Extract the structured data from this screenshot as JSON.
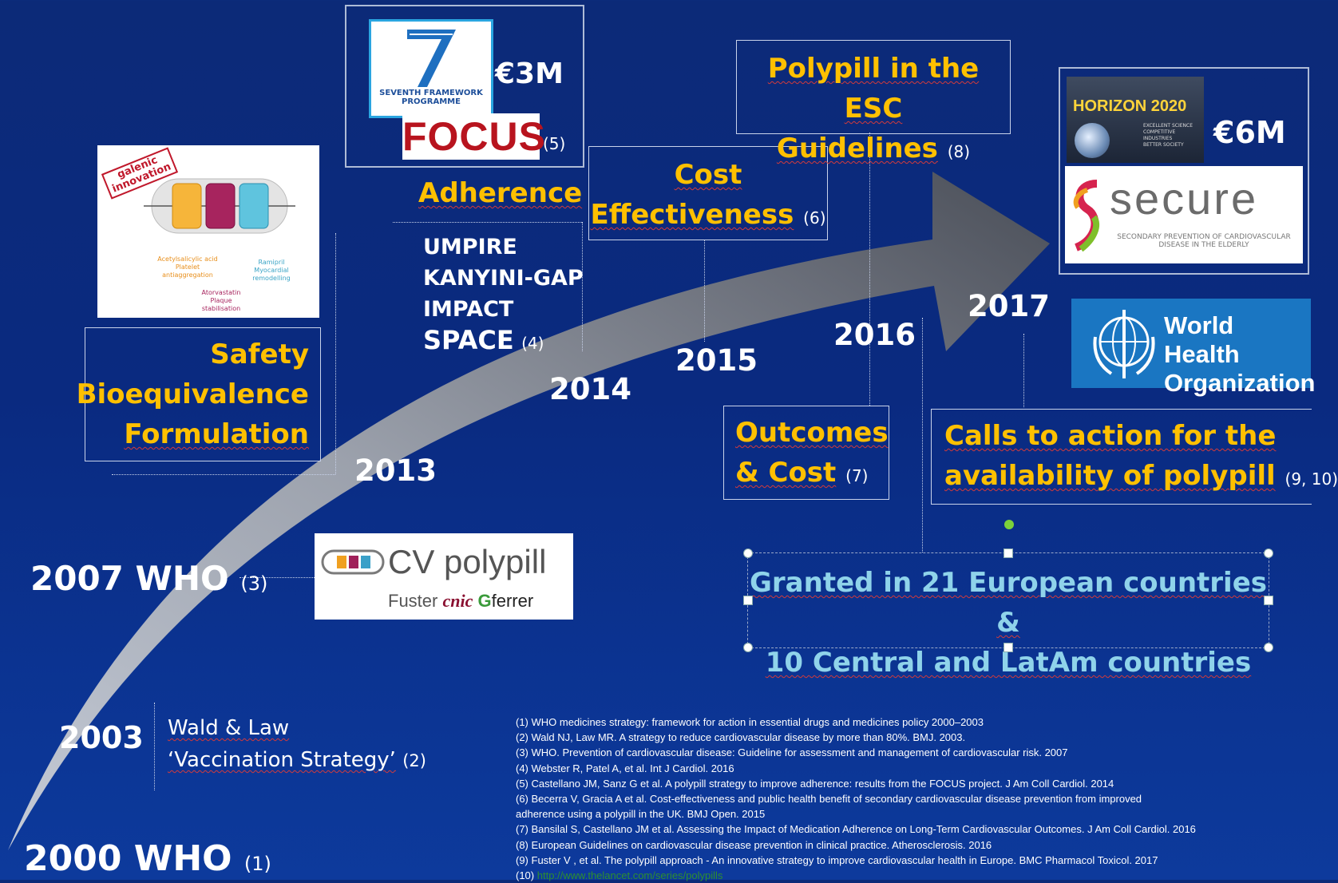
{
  "years": {
    "y2000": "2000 WHO",
    "y2000_ref": "(1)",
    "y2003": "2003",
    "y2007": "2007 WHO",
    "y2007_ref": "(3)",
    "y2013": "2013",
    "y2014": "2014",
    "y2015": "2015",
    "y2016": "2016",
    "y2017": "2017"
  },
  "wald": {
    "title": "Wald & Law",
    "subtitle": "‘Vaccination Strategy’",
    "ref": "(2)"
  },
  "cv_polypill": {
    "name": "CV polypill",
    "partners": [
      "Fuster",
      "cnic",
      "ferrer"
    ]
  },
  "galenic": {
    "stamp": "galenic innovation",
    "components": [
      "Acetylsalicylic acid",
      "Platelet antiaggregation",
      "Atorvastatin",
      "Plaque stabilisation",
      "Ramipril",
      "Myocardial remodelling"
    ]
  },
  "safety_box": {
    "lines": [
      "Safety",
      "Bioequivalence",
      "Formulation"
    ]
  },
  "fp7": {
    "logo_text": "SEVENTH FRAMEWORK PROGRAMME",
    "amount": "€3M",
    "focus": "FOCUS",
    "focus_ref": "(5)"
  },
  "adherence": {
    "title": "Adherence",
    "trials": [
      "UMPIRE",
      "KANYINI-GAP",
      "IMPACT",
      "SPACE"
    ],
    "trials_ref": "(4)"
  },
  "cost": {
    "line1": "Cost",
    "line2": "Effectiveness",
    "ref": "(6)"
  },
  "esc": {
    "line1": "Polypill in the ESC",
    "line2": "Guidelines",
    "ref": "(8)"
  },
  "outcomes": {
    "line1": "Outcomes",
    "line2": "& Cost",
    "ref": "(7)"
  },
  "horizon": {
    "logo_title": "HORIZON 2020",
    "logo_sub": [
      "EXCELLENT SCIENCE",
      "COMPETITIVE INDUSTRIES",
      "BETTER SOCIETY"
    ],
    "amount": "€6M",
    "secure": "secure",
    "secure_sub": "SECONDARY PREVENTION OF CARDIOVASCULAR DISEASE IN THE ELDERLY"
  },
  "who_logo": {
    "line1": "World Health",
    "line2": "Organization"
  },
  "calls": {
    "line1": "Calls to action for the",
    "line2": "availability of polypill",
    "ref": "(9, 10)"
  },
  "granted": {
    "line1": "Granted in 21 European countries &",
    "line2": "10 Central and LatAm countries"
  },
  "references": [
    "(1) WHO medicines strategy: framework for action in essential drugs and medicines policy 2000–2003",
    "(2) Wald NJ, Law MR. A strategy to reduce cardiovascular disease by more than 80%. BMJ. 2003.",
    "(3) WHO. Prevention of cardiovascular disease: Guideline for assessment and management of cardiovascular risk.  2007",
    "(4) Webster R, Patel A, et al.  Int J Cardiol. 2016",
    "(5) Castellano JM, Sanz G et al.  A polypill strategy to improve adherence: results from the FOCUS project. J Am Coll Cardiol. 2014",
    "(6) Becerra V, Gracia A et al.  Cost-effectiveness and public health benefit of secondary cardiovascular disease prevention from improved",
    "adherence using a polypill in the UK. BMJ Open. 2015",
    "(7) Bansilal S, Castellano JM et al. Assessing the Impact of Medication Adherence on Long-Term Cardiovascular Outcomes. J Am Coll Cardiol. 2016",
    "(8) European Guidelines on cardiovascular disease prevention in clinical practice. Atherosclerosis. 2016",
    "(9) Fuster V , et al. The polypill approach - An innovative strategy to improve cardiovascular health in Europe. BMC Pharmacol Toxicol. 2017"
  ],
  "reference10": {
    "label": "(10)",
    "url": "http://www.thelancet.com/series/polypills"
  },
  "colors": {
    "background": "#0b2c82",
    "highlight": "#ffc000",
    "granted_text": "#8fd3ea",
    "who_blue": "#1a76c2",
    "focus_red": "#b8141e"
  }
}
